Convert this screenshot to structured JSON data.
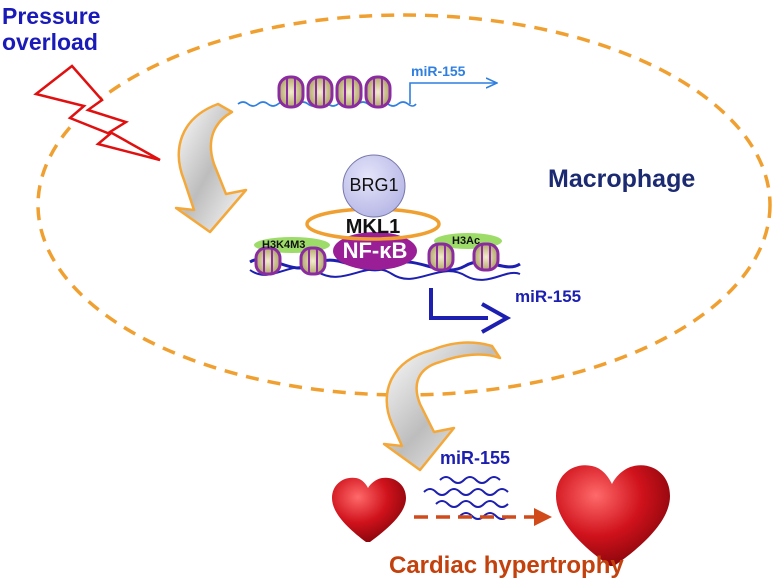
{
  "labels": {
    "pressure_overload_line1": "Pressure",
    "pressure_overload_line2": "overload",
    "macrophage": "Macrophage",
    "mir155_top": "miR-155",
    "mir155_mid": "miR-155",
    "mir155_bottom": "miR-155",
    "cardiac_hypertrophy": "Cardiac hypertrophy"
  },
  "complex": {
    "brg1": "BRG1",
    "mkl1": "MKL1",
    "nfkb": "NF-κB",
    "h3k4m3": "H3K4M3",
    "h3ac": "H3Ac"
  },
  "colors": {
    "pressure_text": "#1a1ab8",
    "macrophage_text": "#1c2a72",
    "mir_top": "#2f7fe0",
    "mir_dark": "#1c1fb0",
    "cardiac_text": "#c2410c",
    "membrane_dash": "#f0a030",
    "lightning": "#e01010",
    "nfkb_fill": "#9a1f96",
    "brg1_fill": "#c7c7ee",
    "heart_red": "#c8101a"
  }
}
